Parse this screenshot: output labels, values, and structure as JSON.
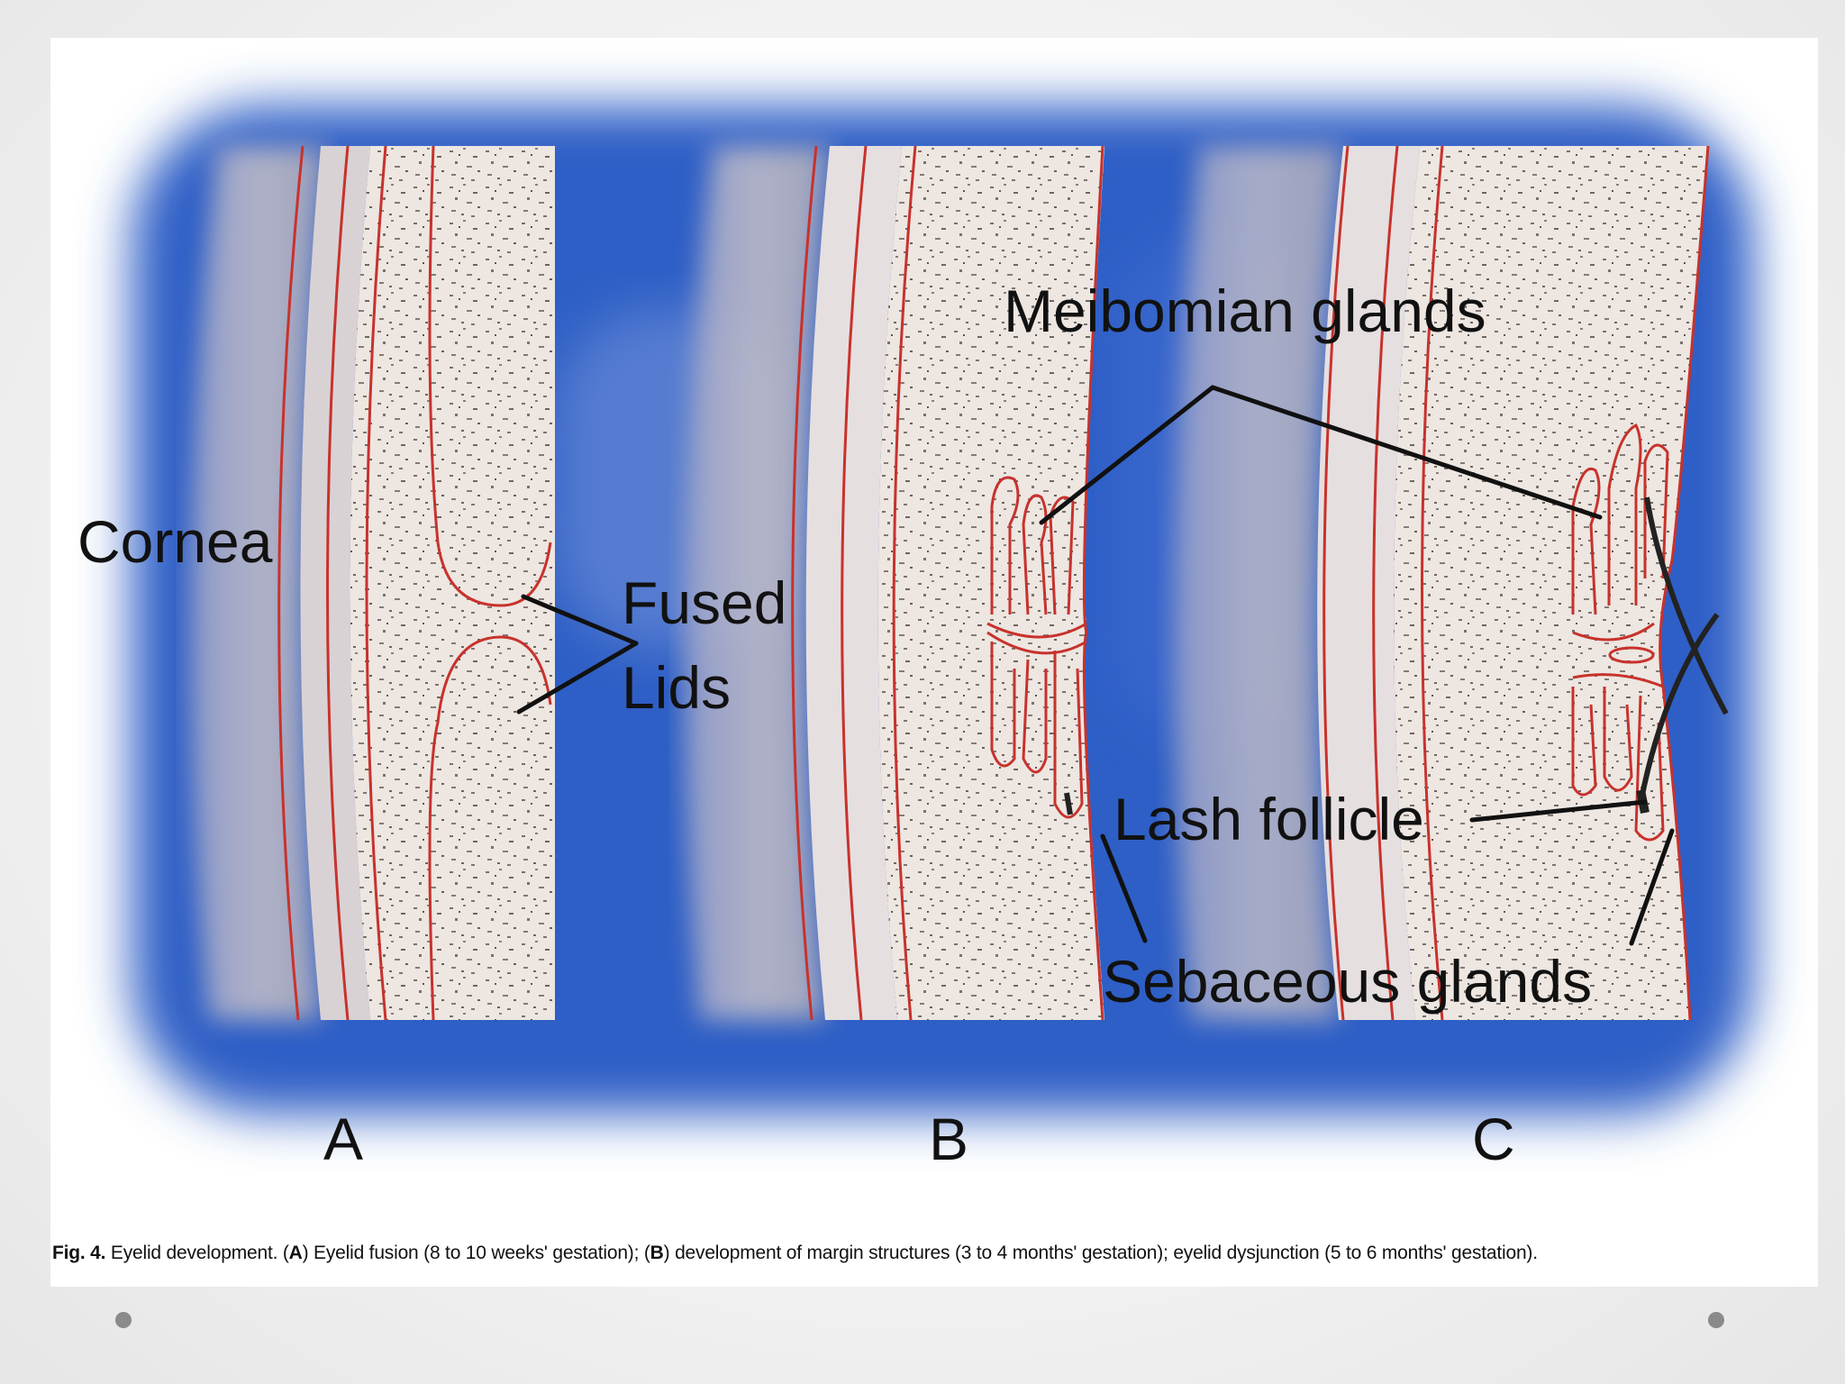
{
  "labels": {
    "cornea": "Cornea",
    "fused_line1": "Fused",
    "fused_line2": "Lids",
    "meibomian": "Meibomian glands",
    "lash_follicle": "Lash follicle",
    "sebaceous": "Sebaceous glands"
  },
  "panels": {
    "a": "A",
    "b": "B",
    "c": "C"
  },
  "caption": {
    "fig_label": "Fig. 4.",
    "intro": " Eyelid development. (",
    "a_letter": "A",
    "a_text": ") Eyelid fusion (8 to 10 weeks' gestation); (",
    "b_letter": "B",
    "b_text": ") development of margin structures (3 to 4 months' gestation); eyelid dysjunction (5 to 6 months' gestation)."
  },
  "colors": {
    "background_blue": "#2f5fc4",
    "tissue": "#ece6e2",
    "outline_red": "#c8322c",
    "cornea_gray": "#b4b0bc"
  }
}
